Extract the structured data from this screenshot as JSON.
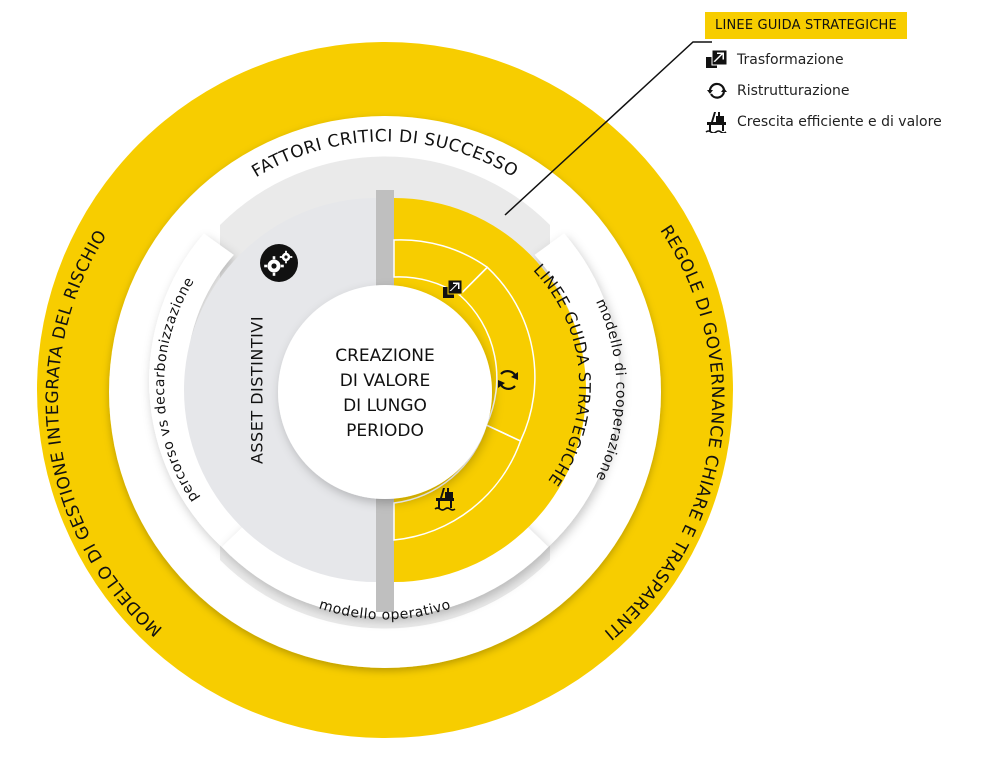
{
  "center": {
    "lines": [
      "CREAZIONE",
      "DI VALORE",
      "DI LUNGO",
      "PERIODO"
    ]
  },
  "outer_ring": {
    "left_label": "MODELLO DI GESTIONE INTEGRATA DEL RISCHIO",
    "right_label": "REGOLE DI GOVERNANCE CHIARE E TRASPARENTI"
  },
  "white_ring": {
    "top_label": "FATTORI CRITICI DI SUCCESSO"
  },
  "inner_ring": {
    "left_label": "percorso vs decarbonizzazione",
    "right_label": "modello di cooperazione",
    "bottom_label": "modello operativo"
  },
  "left_half": {
    "label": "ASSET DISTINTIVI",
    "icon": "gears-icon"
  },
  "right_half": {
    "label": "LINEE GUIDA STRATEGICHE",
    "segments": [
      {
        "icon": "transformation-icon"
      },
      {
        "icon": "restructuring-icon"
      },
      {
        "icon": "offshore-platform-icon"
      }
    ]
  },
  "legend": {
    "title": "LINEE GUIDA STRATEGICHE",
    "items": [
      {
        "icon": "transformation-icon",
        "label": "Trasformazione"
      },
      {
        "icon": "restructuring-icon",
        "label": "Ristrutturazione"
      },
      {
        "icon": "offshore-platform-icon",
        "label": "Crescita efficiente e di valore"
      }
    ]
  },
  "colors": {
    "yellow": "#f7cd00",
    "light_gray": "#e6e7ea",
    "mid_gray": "#bfbfbf",
    "white": "#ffffff",
    "black": "#111111"
  }
}
